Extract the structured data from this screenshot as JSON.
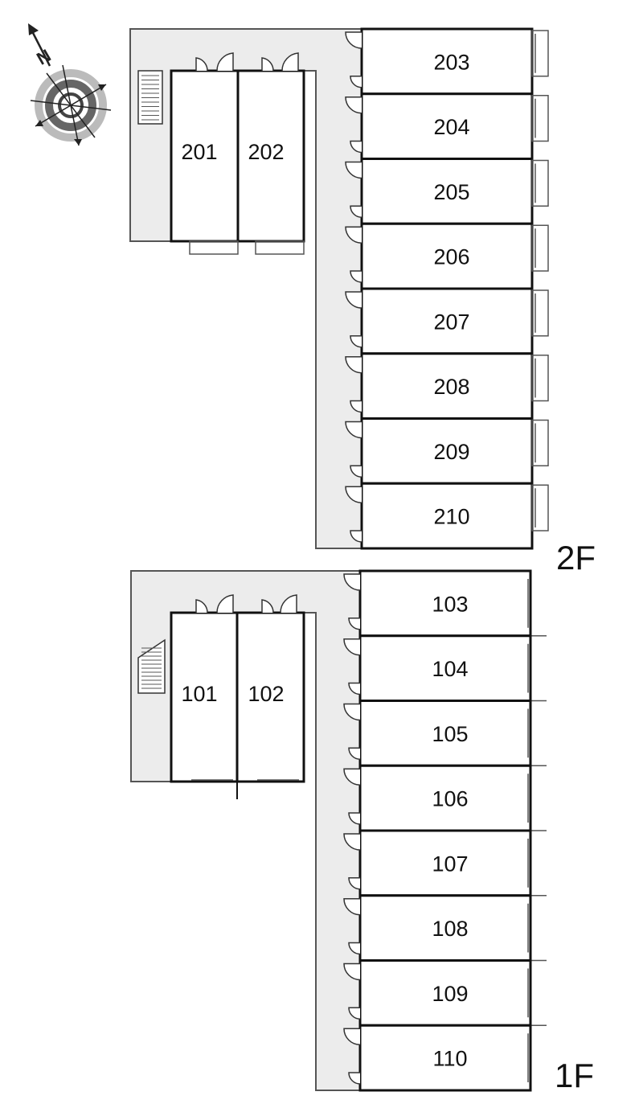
{
  "compass": {
    "north_label": "N",
    "icon": "compass-icon"
  },
  "floors": [
    {
      "label": "2F",
      "side_units": [
        "201",
        "202"
      ],
      "row_units": [
        "203",
        "204",
        "205",
        "206",
        "207",
        "208",
        "209",
        "210"
      ]
    },
    {
      "label": "1F",
      "side_units": [
        "101",
        "102"
      ],
      "row_units": [
        "103",
        "104",
        "105",
        "106",
        "107",
        "108",
        "109",
        "110"
      ]
    }
  ],
  "colors": {
    "walkway": "#ececec",
    "wall": "#111111",
    "line": "#555555",
    "compass_dark": "#666666",
    "compass_light": "#bbbbbb"
  }
}
